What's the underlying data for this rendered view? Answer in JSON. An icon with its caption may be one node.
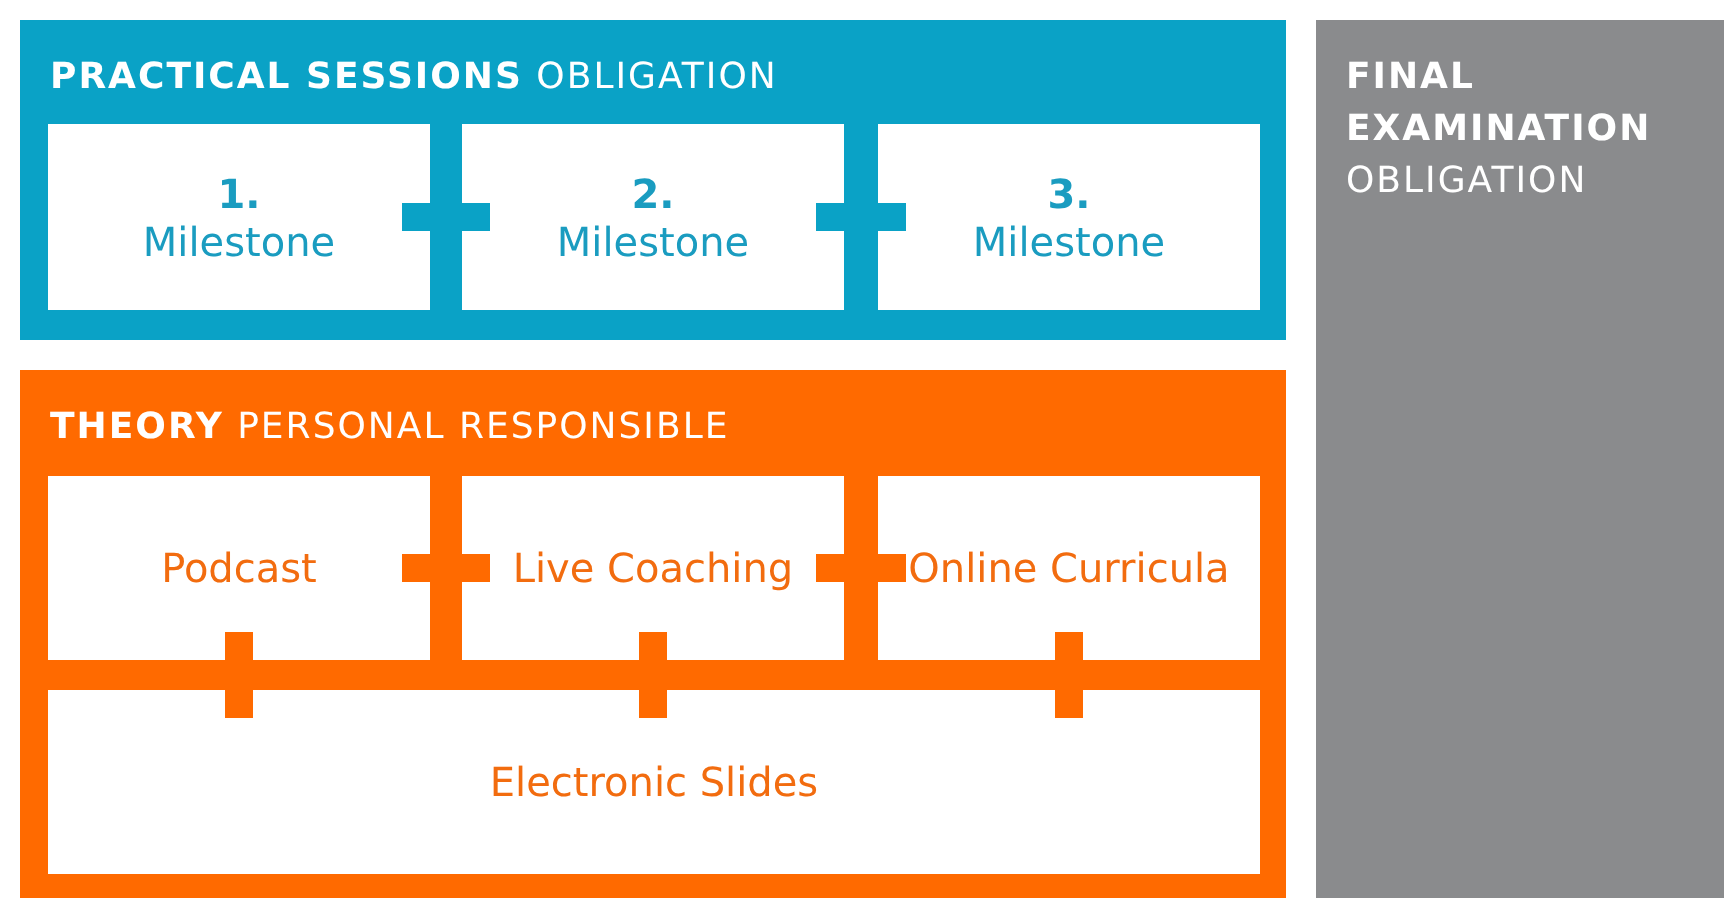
{
  "diagram": {
    "nodes": [
      {
        "text": [
          "**PRACTICAL SESSIONS** OBLIGATION"
        ]
      },
      {
        "text": [
          "1.",
          "Milestone"
        ],
        "in": 0
      },
      {
        "text": [
          "2.",
          "Milestone"
        ],
        "in": 0
      },
      {
        "text": [
          "3.",
          "Milestone"
        ],
        "in": 0
      },
      {
        "text": [
          "**THEORY** PERSONAL RESPONSIBLE"
        ]
      },
      {
        "text": [
          "Podcast"
        ],
        "in": 4
      },
      {
        "text": [
          "Live Coaching"
        ],
        "in": 4
      },
      {
        "text": [
          "Online Curricula"
        ],
        "in": 4
      },
      {
        "text": [
          "Electronic Slides"
        ],
        "in": 4
      },
      {
        "text": [
          "**FINAL EXAMINATION** OBLIGATION"
        ]
      }
    ],
    "edges": [
      {
        "from": 1,
        "to": 2,
        "arrow": "none",
        "color": "#0aa2c6"
      },
      {
        "from": 2,
        "to": 3,
        "arrow": "none",
        "color": "#0aa2c6"
      },
      {
        "from": 5,
        "to": 6,
        "arrow": "none"
      },
      {
        "from": 6,
        "to": 7,
        "arrow": "none"
      },
      {
        "from": 5,
        "to": 8,
        "arrow": "none"
      },
      {
        "from": 6,
        "to": 8,
        "arrow": "none"
      },
      {
        "from": 7,
        "to": 8,
        "arrow": "none"
      }
    ]
  }
}
